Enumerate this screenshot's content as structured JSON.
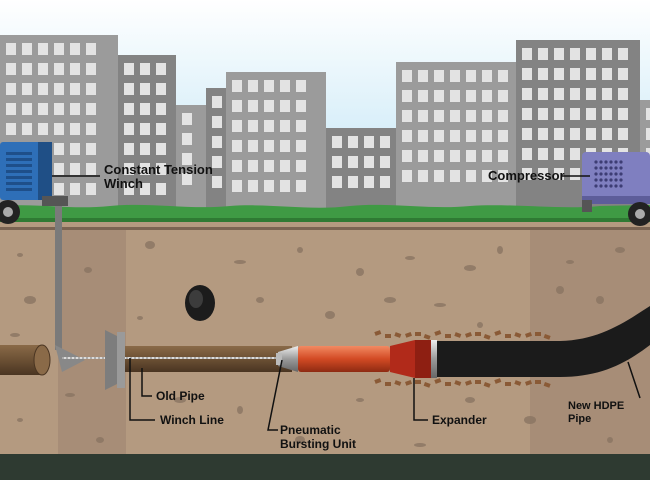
{
  "labels": {
    "winch": "Constant Tension\nWinch",
    "compressor": "Compressor",
    "old_pipe": "Old Pipe",
    "winch_line": "Winch Line",
    "bursting_unit": "Pneumatic\nBursting Unit",
    "expander": "Expander",
    "new_pipe": "New HDPE\nPipe"
  },
  "colors": {
    "sky_top": "#ffffff",
    "sky_bottom": "#bfe4f5",
    "building": "#9b9b9b",
    "building_shade": "#838383",
    "window": "#e3e3e3",
    "grass": "#3f9a44",
    "soil": "#b49a80",
    "pit_wall": "#9c8470",
    "bedrock": "#2e3a31",
    "winch_body": "#2e6fb8",
    "compressor_body": "#7f7fc0",
    "old_pipe": "#6b5034",
    "bursting_unit": "#d8502a",
    "expander": "#9a1f14",
    "new_pipe": "#1b1b1b"
  }
}
